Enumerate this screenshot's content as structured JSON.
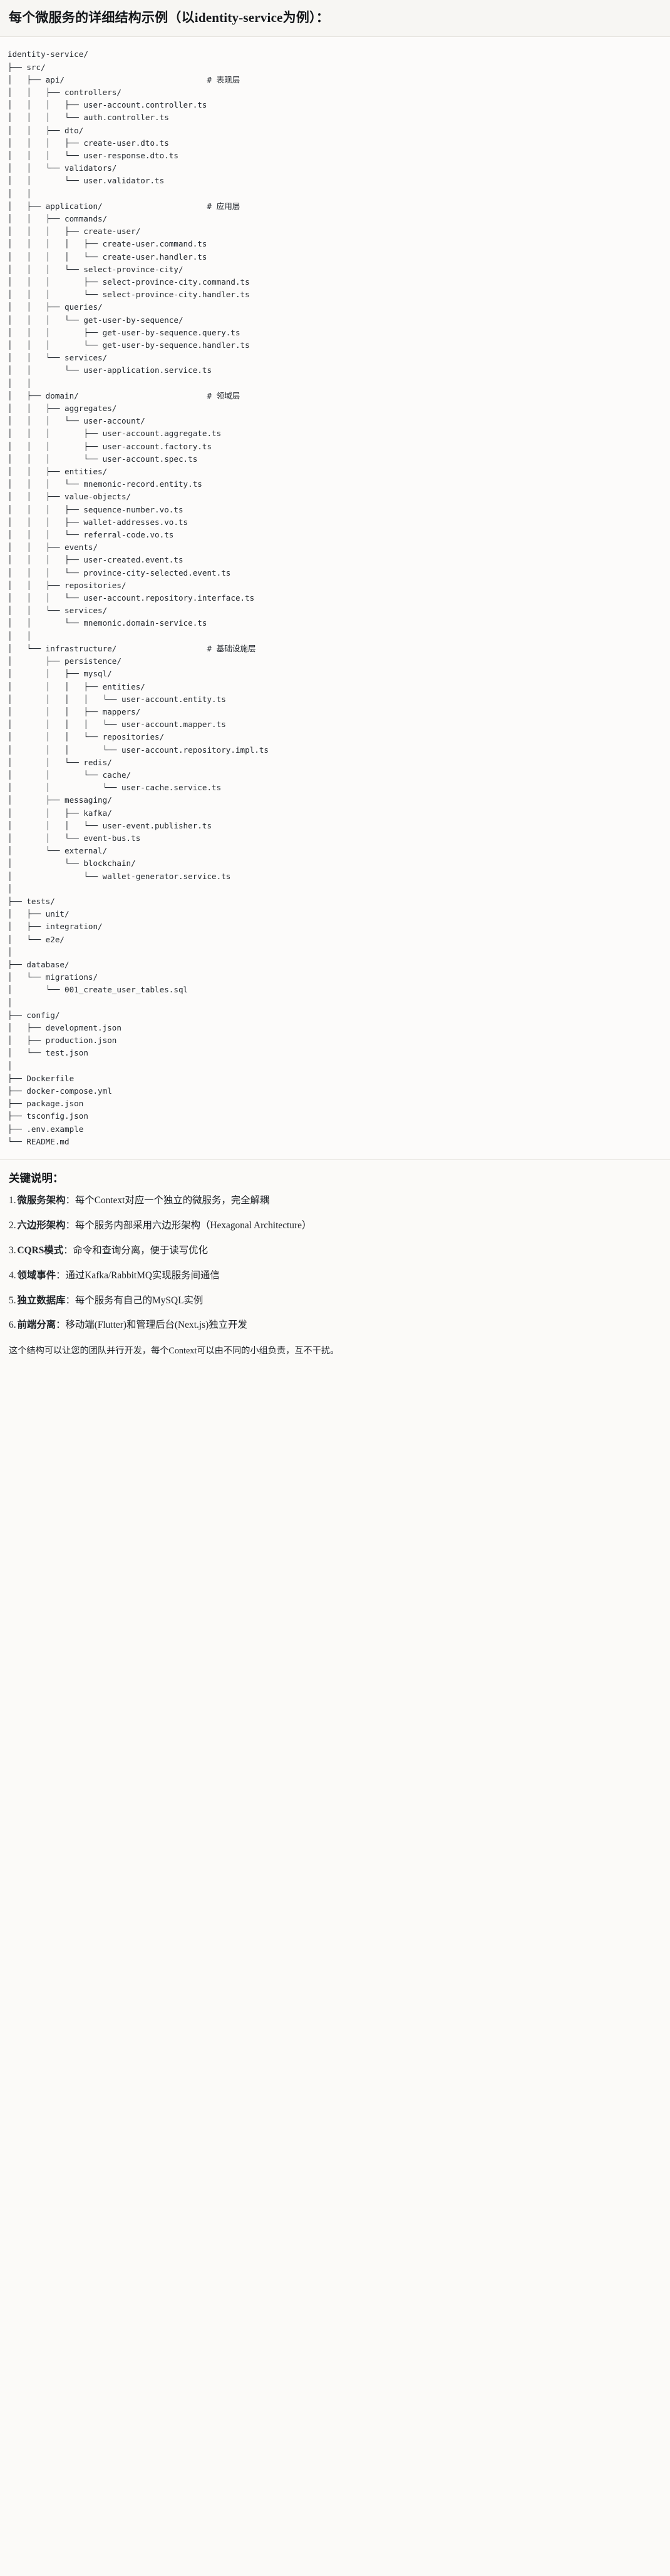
{
  "header": {
    "title": "每个微服务的详细结构示例（以identity-service为例）："
  },
  "tree": {
    "root": "identity-service/",
    "comments": {
      "api": "# 表现层",
      "application": "# 应用层",
      "domain": "# 领域层",
      "infrastructure": "# 基础设施层"
    },
    "text": "identity-service/\n├── src/\n│   ├── api/                              # 表现层\n│   │   ├── controllers/\n│   │   │   ├── user-account.controller.ts\n│   │   │   └── auth.controller.ts\n│   │   ├── dto/\n│   │   │   ├── create-user.dto.ts\n│   │   │   └── user-response.dto.ts\n│   │   └── validators/\n│   │       └── user.validator.ts\n│   │\n│   ├── application/                      # 应用层\n│   │   ├── commands/\n│   │   │   ├── create-user/\n│   │   │   │   ├── create-user.command.ts\n│   │   │   │   └── create-user.handler.ts\n│   │   │   └── select-province-city/\n│   │   │       ├── select-province-city.command.ts\n│   │   │       └── select-province-city.handler.ts\n│   │   ├── queries/\n│   │   │   └── get-user-by-sequence/\n│   │   │       ├── get-user-by-sequence.query.ts\n│   │   │       └── get-user-by-sequence.handler.ts\n│   │   └── services/\n│   │       └── user-application.service.ts\n│   │\n│   ├── domain/                           # 领域层\n│   │   ├── aggregates/\n│   │   │   └── user-account/\n│   │   │       ├── user-account.aggregate.ts\n│   │   │       ├── user-account.factory.ts\n│   │   │       └── user-account.spec.ts\n│   │   ├── entities/\n│   │   │   └── mnemonic-record.entity.ts\n│   │   ├── value-objects/\n│   │   │   ├── sequence-number.vo.ts\n│   │   │   ├── wallet-addresses.vo.ts\n│   │   │   └── referral-code.vo.ts\n│   │   ├── events/\n│   │   │   ├── user-created.event.ts\n│   │   │   └── province-city-selected.event.ts\n│   │   ├── repositories/\n│   │   │   └── user-account.repository.interface.ts\n│   │   └── services/\n│   │       └── mnemonic.domain-service.ts\n│   │\n│   └── infrastructure/                   # 基础设施层\n│       ├── persistence/\n│       │   ├── mysql/\n│       │   │   ├── entities/\n│       │   │   │   └── user-account.entity.ts\n│       │   │   ├── mappers/\n│       │   │   │   └── user-account.mapper.ts\n│       │   │   └── repositories/\n│       │   │       └── user-account.repository.impl.ts\n│       │   └── redis/\n│       │       └── cache/\n│       │           └── user-cache.service.ts\n│       ├── messaging/\n│       │   ├── kafka/\n│       │   │   └── user-event.publisher.ts\n│       │   └── event-bus.ts\n│       └── external/\n│           └── blockchain/\n│               └── wallet-generator.service.ts\n│\n├── tests/\n│   ├── unit/\n│   ├── integration/\n│   └── e2e/\n│\n├── database/\n│   └── migrations/\n│       └── 001_create_user_tables.sql\n│\n├── config/\n│   ├── development.json\n│   ├── production.json\n│   └── test.json\n│\n├── Dockerfile\n├── docker-compose.yml\n├── package.json\n├── tsconfig.json\n├── .env.example\n└── README.md"
  },
  "notes": {
    "title": "关键说明：",
    "items": [
      {
        "num": "1.",
        "label": "微服务架构",
        "body": "：每个Context对应一个独立的微服务，完全解耦"
      },
      {
        "num": "2.",
        "label": "六边形架构",
        "body": "：每个服务内部采用六边形架构（Hexagonal Architecture）"
      },
      {
        "num": "3.",
        "label": "CQRS模式",
        "body": "：命令和查询分离，便于读写优化"
      },
      {
        "num": "4.",
        "label": "领域事件",
        "body": "：通过Kafka/RabbitMQ实现服务间通信"
      },
      {
        "num": "5.",
        "label": "独立数据库",
        "body": "：每个服务有自己的MySQL实例"
      },
      {
        "num": "6.",
        "label": "前端分离",
        "body": "：移动端(Flutter)和管理后台(Next.js)独立开发"
      }
    ],
    "closing": "这个结构可以让您的团队并行开发，每个Context可以由不同的小组负责，互不干扰。"
  }
}
